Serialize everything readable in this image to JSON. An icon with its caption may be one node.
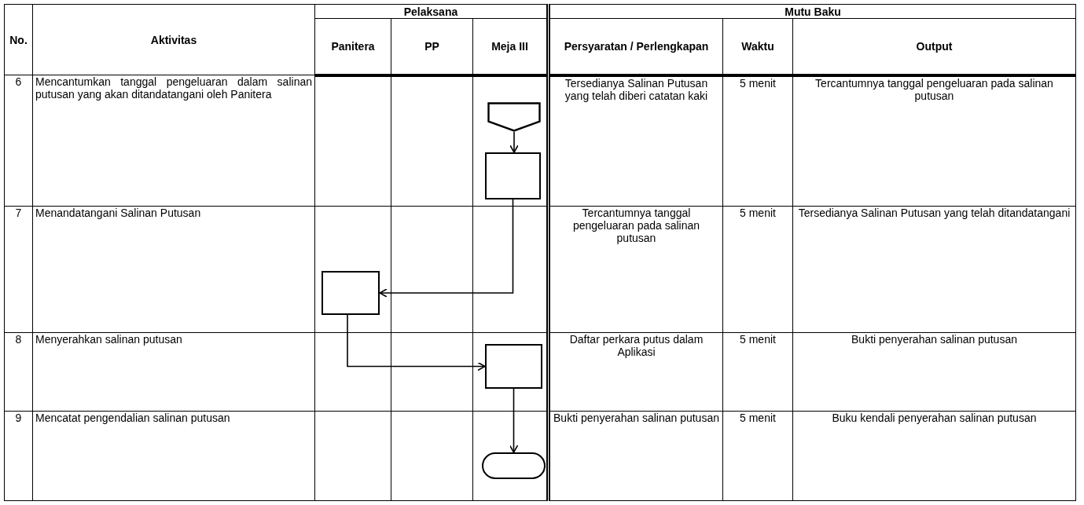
{
  "diagram": {
    "nodes": [
      {
        "text": [],
        "shape": "pentagon"
      },
      {
        "text": [],
        "shape": "box"
      },
      {
        "text": [],
        "shape": "box"
      },
      {
        "text": [],
        "shape": "box"
      },
      {
        "text": [],
        "shape": "terminator"
      }
    ],
    "edges": [
      {
        "from": 0,
        "to": 1,
        "arrow": "to"
      },
      {
        "from": 1,
        "to": 2,
        "arrow": "to"
      },
      {
        "from": 2,
        "to": 3,
        "arrow": "to"
      },
      {
        "from": 3,
        "to": 4,
        "arrow": "to"
      }
    ],
    "labels": [
      "No.",
      "Aktivitas",
      "Pelaksana",
      "Mutu Baku",
      "Panitera",
      "PP",
      "Meja III",
      "Persyaratan / Perlengkapan",
      "Waktu",
      "Output",
      "6",
      "Mencantumkan tanggal pengeluaran dalam salinan putusan yang akan ditandatangani oleh Panitera",
      "Tersedianya Salinan Putusan yang telah diberi catatan kaki",
      "5 menit",
      "Tercantumnya tanggal pengeluaran pada salinan putusan",
      "7",
      "Menandatangani Salinan Putusan",
      "Tercantumnya tanggal pengeluaran pada salinan putusan",
      "5 menit",
      "Tersedianya Salinan Putusan yang telah ditandatangani",
      "8",
      "Menyerahkan salinan putusan",
      "Daftar perkara putus dalam Aplikasi",
      "5 menit",
      "Bukti penyerahan salinan putusan",
      "9",
      "Mencatat pengendalian salinan putusan",
      "Bukti penyerahan salinan putusan",
      "5 menit",
      "Buku kendali penyerahan salinan putusan"
    ]
  }
}
